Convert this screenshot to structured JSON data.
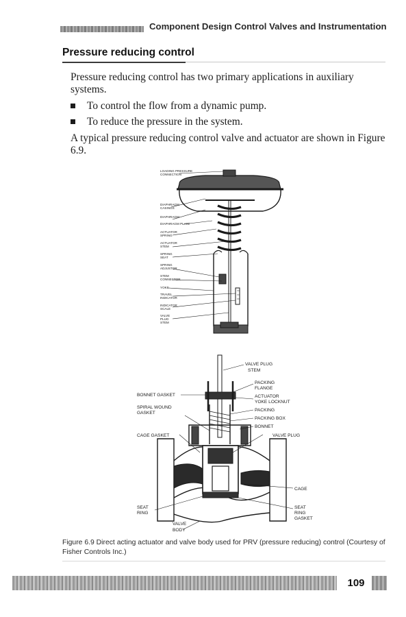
{
  "header": {
    "running_title": "Component Design Control Valves and Instrumentation"
  },
  "section": {
    "title": "Pressure reducing control"
  },
  "body": {
    "intro": "Pressure reducing control has two primary applications in auxiliary systems.",
    "bullets": [
      "To control the flow from a dynamic pump.",
      "To reduce the pressure in the system."
    ],
    "figure_ref": "A typical pressure reducing control valve and actuator are shown in Figure 6.9."
  },
  "figure": {
    "actuator_labels": [
      "LOADING PRESSURE",
      "CONNECTION",
      "DIAPHRAGM",
      "CASINGS",
      "DIAPHRAGM",
      "DIAPHRAGM PLATE",
      "ACTUATOR",
      "SPRING",
      "ACTUATOR",
      "STEM",
      "SPRING",
      "SEAT",
      "SPRING",
      "ADJUSTOR",
      "STEM",
      "CONNECTOR",
      "YOKE",
      "TRAVEL",
      "INDICATOR",
      "INDICATOR",
      "SCALE",
      "VALVE",
      "PLUG",
      "STEM"
    ],
    "valve_labels": {
      "valve_plug_stem": [
        "VALVE PLUG",
        "STEM"
      ],
      "packing_flange": [
        "PACKING",
        "FLANGE"
      ],
      "bonnet_gasket": "BONNET GASKET",
      "actuator_yoke_locknut": [
        "ACTUATOR",
        "YOKE LOCKNUT"
      ],
      "spiral_wound_gasket": [
        "SPIRAL WOUND",
        "GASKET"
      ],
      "packing": "PACKING",
      "packing_box": "PACKING BOX",
      "bonnet": "BONNET",
      "cage_gasket": "CAGE GASKET",
      "valve_plug": "VALVE PLUG",
      "cage": "CAGE",
      "seat_ring": [
        "SEAT",
        "RING"
      ],
      "seat_ring_gasket": [
        "SEAT",
        "RING",
        "GASKET"
      ],
      "valve_body": [
        "VALVE",
        "BODY"
      ]
    },
    "caption": "Figure 6.9 Direct acting actuator and valve body used for PRV (pressure reducing) control (Courtesy of Fisher Controls Inc.)"
  },
  "footer": {
    "page_number": "109"
  }
}
